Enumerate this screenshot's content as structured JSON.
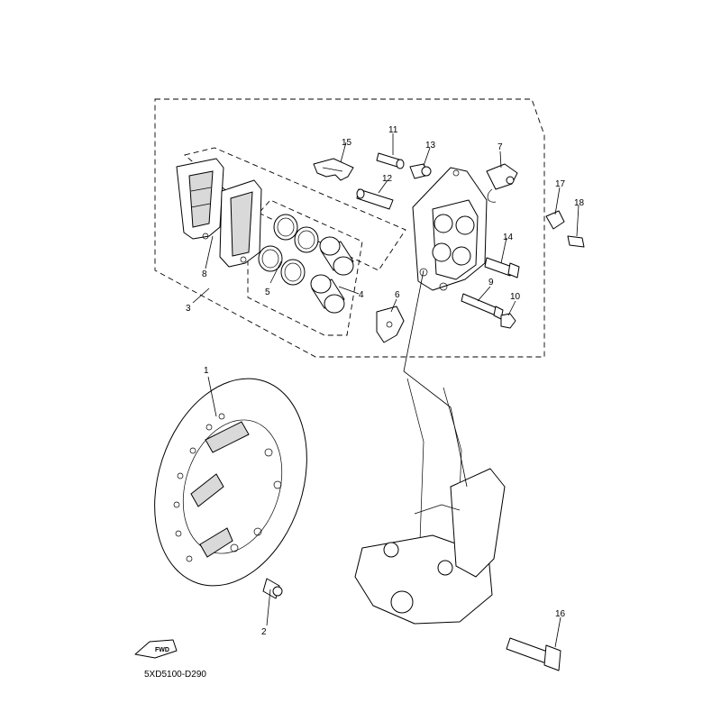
{
  "diagram_code": "5XD5100-D290",
  "fwd_badge": "FWD",
  "callouts": [
    {
      "id": "c1",
      "label": "1"
    },
    {
      "id": "c2",
      "label": "2"
    },
    {
      "id": "c3",
      "label": "3"
    },
    {
      "id": "c4",
      "label": "4"
    },
    {
      "id": "c5",
      "label": "5"
    },
    {
      "id": "c6",
      "label": "6"
    },
    {
      "id": "c7",
      "label": "7"
    },
    {
      "id": "c8",
      "label": "8"
    },
    {
      "id": "c9",
      "label": "9"
    },
    {
      "id": "c10",
      "label": "10"
    },
    {
      "id": "c11",
      "label": "11"
    },
    {
      "id": "c12",
      "label": "12"
    },
    {
      "id": "c13",
      "label": "13"
    },
    {
      "id": "c14",
      "label": "14"
    },
    {
      "id": "c15",
      "label": "15"
    },
    {
      "id": "c16",
      "label": "16"
    },
    {
      "id": "c17",
      "label": "17"
    },
    {
      "id": "c18",
      "label": "18"
    }
  ]
}
